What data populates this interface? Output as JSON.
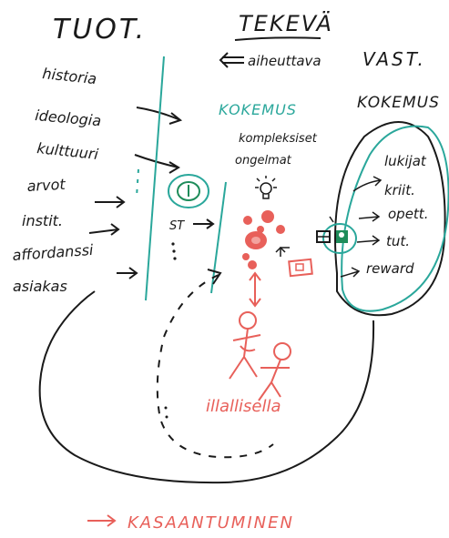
{
  "headings": {
    "left": "TUOT.",
    "middle": "TEKEVÄ",
    "middle_sub": "aiheuttava",
    "right": "VAST."
  },
  "left_items": [
    "historia",
    "ideologia",
    "kulttuuri",
    "arvot",
    "instit.",
    "affordanssi",
    "asiakas"
  ],
  "middle": {
    "kokemus_label": "KOKEMUS",
    "kompleksiset": "kompleksiset",
    "ongelmat": "ongelmat",
    "st_label": "ST",
    "people_label": "illallisella"
  },
  "right": {
    "kokemus_label": "KOKEMUS",
    "items": [
      "lukijat",
      "kriit.",
      "opett.",
      "tut.",
      "reward"
    ]
  },
  "bottom": {
    "label": "KASAANTUMINEN"
  },
  "colors": {
    "ink": "#1a1a1a",
    "teal": "#2aa79b",
    "red": "#e8605a",
    "green": "#1e8c5a"
  }
}
